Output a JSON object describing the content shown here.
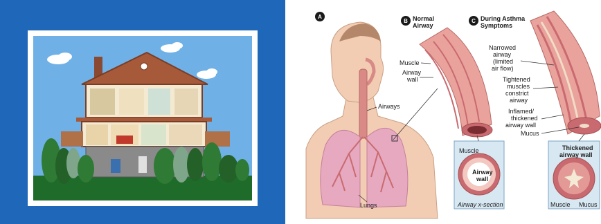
{
  "house_panel": {
    "frame_color": "#1f67b8",
    "sky_color": "#6fb1e6",
    "roof_color": "#a65a3a",
    "grass_color": "#1f6b2a"
  },
  "diagram": {
    "badges": {
      "a": "A",
      "b": "B",
      "c": "C"
    },
    "headings": {
      "normal_line1": "Normal",
      "normal_line2": "Airway",
      "asthma_line1": "During Asthma",
      "asthma_line2": "Symptoms"
    },
    "labels": {
      "muscle": "Muscle",
      "airway_wall_line1": "Airway",
      "airway_wall_line2": "wall",
      "airways": "Airways",
      "lungs": "Lungs",
      "narrowed_line1": "Narrowed",
      "narrowed_line2": "airway",
      "narrowed_line3": "(limited",
      "narrowed_line4": "air flow)",
      "tightened_line1": "Tightened",
      "tightened_line2": "muscles",
      "tightened_line3": "constrict",
      "tightened_line4": "airway",
      "inflamed_line1": "Inflamed/",
      "inflamed_line2": "thickened",
      "inflamed_line3": "airway wall",
      "mucus": "Mucus",
      "xsec_muscle": "Muscle",
      "xsec_airway_line1": "Airway",
      "xsec_airway_line2": "wall",
      "xsec_caption": "Airway x-section",
      "thick_line1": "Thickened",
      "thick_line2": "airway wall",
      "bottom_muscle": "Muscle",
      "bottom_mucus": "Mucus"
    },
    "colors": {
      "skin": "#f2cdb3",
      "lung": "#e7a9c0",
      "airway": "#d98a86",
      "badge": "#1a1a1a"
    }
  }
}
